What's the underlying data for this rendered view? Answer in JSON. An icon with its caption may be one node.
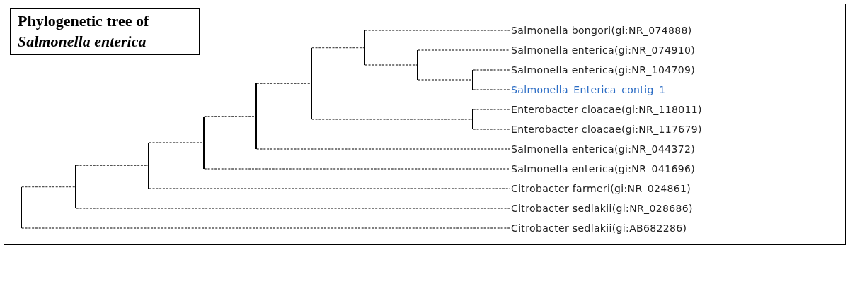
{
  "diagram": {
    "title": "Phylogenetic tree of *Salmonella enterica*",
    "nodes": [
      {
        "text": [
          "Salmonella bongori(gi:NR_074888)"
        ]
      },
      {
        "text": [
          "Salmonella enterica(gi:NR_074910)"
        ]
      },
      {
        "text": [
          "Salmonella enterica(gi:NR_104709)"
        ]
      },
      {
        "text": [
          "Salmonella_Enterica_contig_1"
        ]
      },
      {
        "text": [
          "Enterobacter cloacae(gi:NR_118011)"
        ]
      },
      {
        "text": [
          "Enterobacter cloacae(gi:NR_117679)"
        ]
      },
      {
        "text": [
          "Salmonella enterica(gi:NR_044372)"
        ]
      },
      {
        "text": [
          "Salmonella enterica(gi:NR_041696)"
        ]
      },
      {
        "text": [
          "Citrobacter farmeri(gi:NR_024861)"
        ]
      },
      {
        "text": [
          "Citrobacter sedlakii(gi:NR_028686)"
        ]
      },
      {
        "text": [
          "Citrobacter sedlakii(gi:AB682286)"
        ]
      },
      {
        "text": [],
        "shape": "bar"
      },
      {
        "text": [],
        "shape": "bar"
      },
      {
        "text": [],
        "shape": "bar"
      },
      {
        "text": [],
        "shape": "bar"
      },
      {
        "text": [],
        "shape": "bar"
      },
      {
        "text": [],
        "shape": "bar"
      },
      {
        "text": [],
        "shape": "bar"
      },
      {
        "text": [],
        "shape": "bar"
      },
      {
        "text": [],
        "shape": "bar"
      },
      {
        "text": [],
        "shape": "bar"
      }
    ],
    "edges": [
      {
        "from": 11,
        "to": 12,
        "arrow": "none",
        "style": "dashed"
      },
      {
        "from": 11,
        "to": 10,
        "arrow": "none",
        "style": "dashed"
      },
      {
        "from": 12,
        "to": 13,
        "arrow": "none",
        "style": "dashed"
      },
      {
        "from": 12,
        "to": 9,
        "arrow": "none",
        "style": "dashed"
      },
      {
        "from": 13,
        "to": 14,
        "arrow": "none",
        "style": "dashed"
      },
      {
        "from": 13,
        "to": 8,
        "arrow": "none",
        "style": "dashed"
      },
      {
        "from": 14,
        "to": 15,
        "arrow": "none",
        "style": "dashed"
      },
      {
        "from": 14,
        "to": 7,
        "arrow": "none",
        "style": "dashed"
      },
      {
        "from": 15,
        "to": 16,
        "arrow": "none",
        "style": "dashed"
      },
      {
        "from": 15,
        "to": 6,
        "arrow": "none",
        "style": "dashed"
      },
      {
        "from": 16,
        "to": 17,
        "arrow": "none",
        "style": "dashed"
      },
      {
        "from": 16,
        "to": 20,
        "arrow": "none",
        "style": "dashed"
      },
      {
        "from": 17,
        "to": 0,
        "arrow": "none",
        "style": "dashed"
      },
      {
        "from": 17,
        "to": 18,
        "arrow": "none",
        "style": "dashed"
      },
      {
        "from": 18,
        "to": 1,
        "arrow": "none",
        "style": "dashed"
      },
      {
        "from": 18,
        "to": 19,
        "arrow": "none",
        "style": "dashed"
      },
      {
        "from": 19,
        "to": 2,
        "arrow": "none",
        "style": "dashed"
      },
      {
        "from": 19,
        "to": 3,
        "arrow": "none",
        "style": "dashed"
      },
      {
        "from": 20,
        "to": 4,
        "arrow": "none",
        "style": "dashed"
      },
      {
        "from": 20,
        "to": 5,
        "arrow": "none",
        "style": "dashed"
      }
    ]
  }
}
